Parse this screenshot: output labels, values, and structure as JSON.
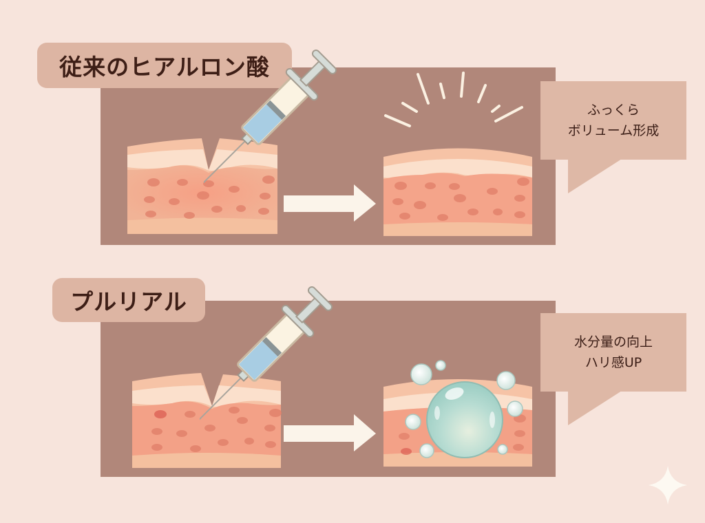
{
  "sections": [
    {
      "id": "conventional",
      "label": "従来のヒアルロン酸",
      "callout": {
        "line1": "ふっくら",
        "line2": "ボリューム形成"
      },
      "before": "skin-with-groove-injection",
      "after": "skin-raised-volume-with-sparkle"
    },
    {
      "id": "pluryal",
      "label": "プルリアル",
      "callout": {
        "line1": "水分量の向上",
        "line2": "ハリ感UP"
      },
      "before": "skin-with-groove-injection",
      "after": "skin-with-water-bubble"
    }
  ],
  "colors": {
    "background": "#f7e4dc",
    "panel": "#b1877a",
    "tag": "#ddb5a3",
    "text": "#3d1e16",
    "skin": "#f4a88c",
    "arrow": "#fbf4ea"
  }
}
